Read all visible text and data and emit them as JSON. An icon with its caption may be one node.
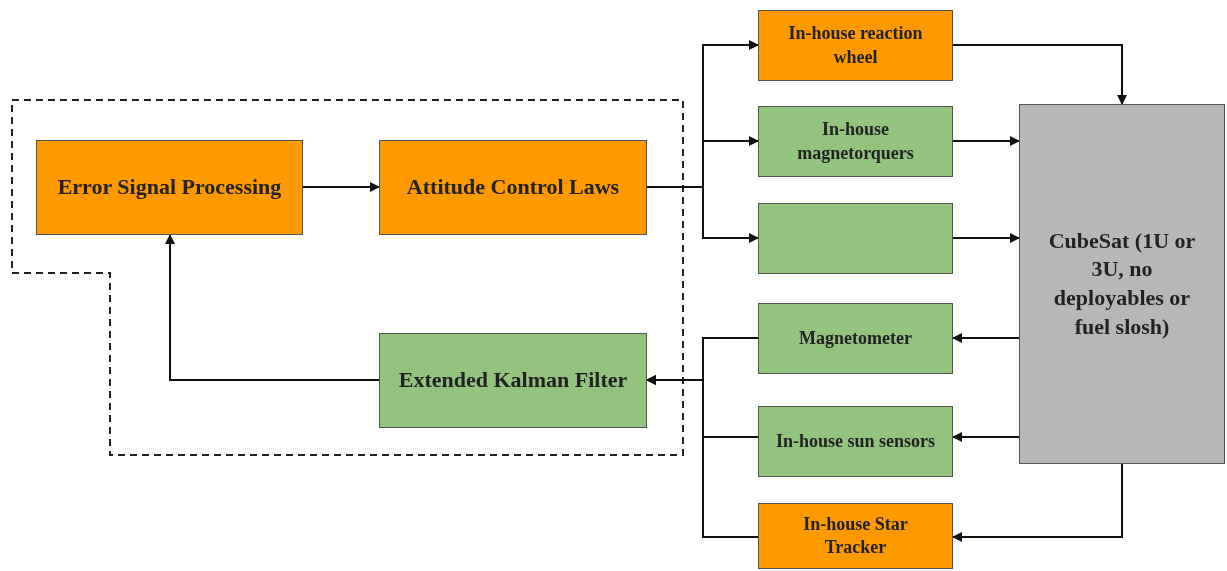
{
  "diagram": {
    "nodes": [
      {
        "text": [
          "Error Signal Processing"
        ]
      },
      {
        "text": [
          "Attitude Control Laws"
        ]
      },
      {
        "text": [
          "Extended Kalman Filter"
        ]
      },
      {
        "text": [
          "In-house reaction wheel"
        ]
      },
      {
        "text": [
          "In-house magnetorquers"
        ]
      },
      {
        "text": [],
        "shape": "box"
      },
      {
        "text": [
          "Magnetometer"
        ]
      },
      {
        "text": [
          "In-house sun sensors"
        ]
      },
      {
        "text": [
          "In-house Star Tracker"
        ]
      },
      {
        "text": [
          "CubeSat (1U or 3U, no deployables or fuel slosh)"
        ]
      }
    ],
    "edges": [
      {
        "from": 0,
        "to": 1,
        "arrow": "to"
      },
      {
        "from": 1,
        "to": 3,
        "arrow": "to"
      },
      {
        "from": 1,
        "to": 4,
        "arrow": "to"
      },
      {
        "from": 1,
        "to": 5,
        "arrow": "to"
      },
      {
        "from": 3,
        "to": 9,
        "arrow": "to"
      },
      {
        "from": 4,
        "to": 9,
        "arrow": "to"
      },
      {
        "from": 5,
        "to": 9,
        "arrow": "to"
      },
      {
        "from": 9,
        "to": 6,
        "arrow": "to"
      },
      {
        "from": 9,
        "to": 7,
        "arrow": "to"
      },
      {
        "from": 9,
        "to": 8,
        "arrow": "to"
      },
      {
        "from": 6,
        "to": 2,
        "arrow": "to"
      },
      {
        "from": 7,
        "to": 2,
        "arrow": "to"
      },
      {
        "from": 8,
        "to": 2,
        "arrow": "to"
      },
      {
        "from": 2,
        "to": 0,
        "arrow": "to"
      }
    ]
  }
}
